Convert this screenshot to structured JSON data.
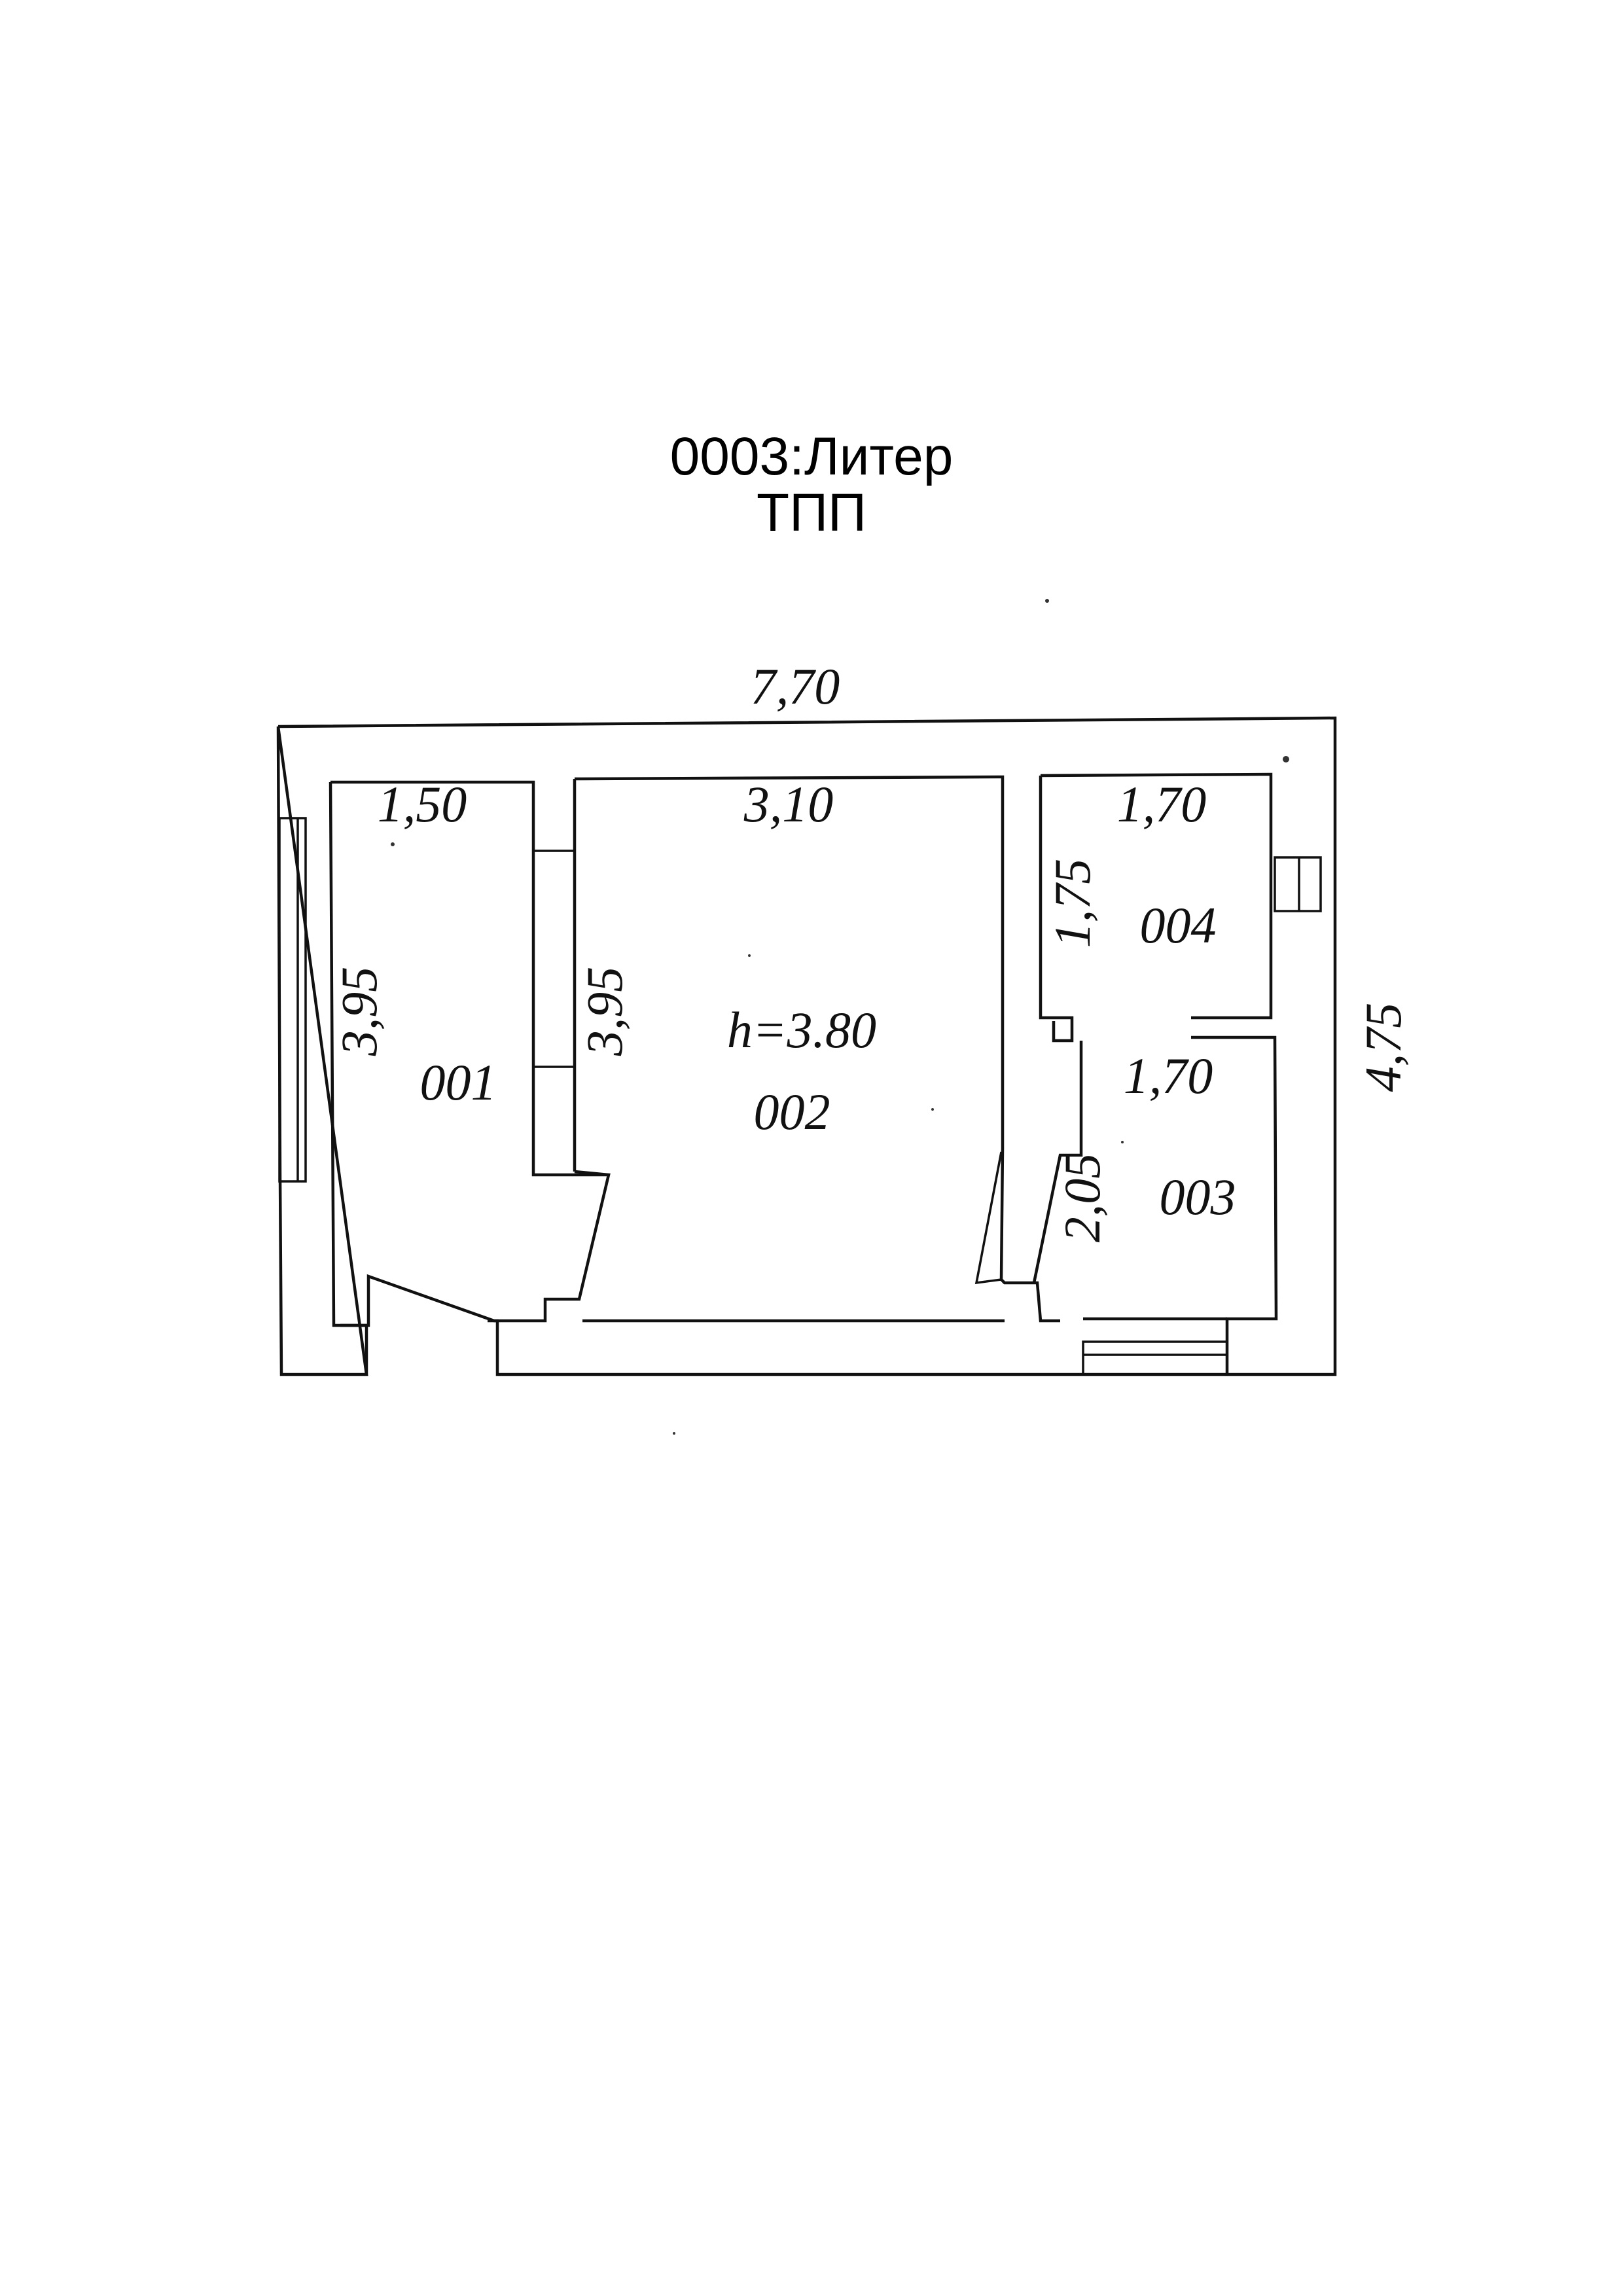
{
  "title": {
    "line1": "0003:Литер",
    "line2": "ТПП"
  },
  "plan": {
    "overall_width": "7,70",
    "overall_depth": "4,75",
    "ceiling_height": "h=3.80",
    "rooms": [
      {
        "number": "001",
        "width": "1,50",
        "length": "3,95"
      },
      {
        "number": "002",
        "width": "3,10",
        "length": "3,95"
      },
      {
        "number": "003",
        "width": "1,70",
        "length": "2,05"
      },
      {
        "number": "004",
        "width": "1,70",
        "length": "1,75"
      }
    ]
  }
}
